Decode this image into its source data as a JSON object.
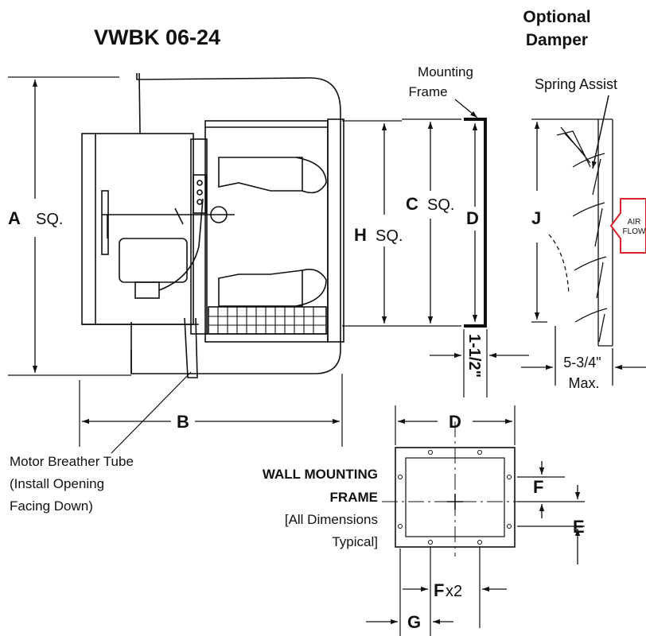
{
  "title": "VWBK 06-24",
  "damper": {
    "title_line1": "Optional",
    "title_line2": "Damper",
    "spring_label": "Spring Assist",
    "airflow_line1": "AIR",
    "airflow_line2": "FLOW"
  },
  "mounting_frame": {
    "line1": "Mounting",
    "line2": "Frame"
  },
  "dims": {
    "A": "A",
    "A_suffix": "SQ.",
    "B": "B",
    "C": "C",
    "C_suffix": "SQ.",
    "D": "D",
    "H": "H",
    "H_suffix": "SQ.",
    "J": "J",
    "flange": "1-1/2\"",
    "max_line1": "5-3/4\"",
    "max_line2": "Max.",
    "frame_D": "D",
    "F": "F",
    "E": "E",
    "Fx2_letter": "F",
    "Fx2_suffix": "x2",
    "G": "G"
  },
  "motor_note": {
    "line1": "Motor Breather Tube",
    "line2": "(Install Opening",
    "line3": "Facing Down)"
  },
  "wall_frame": {
    "line1": "WALL MOUNTING",
    "line2": "FRAME",
    "line3": "[All Dimensions",
    "line4": "Typical]"
  },
  "colors": {
    "line": "#111111",
    "airflow": "#d8232a"
  }
}
